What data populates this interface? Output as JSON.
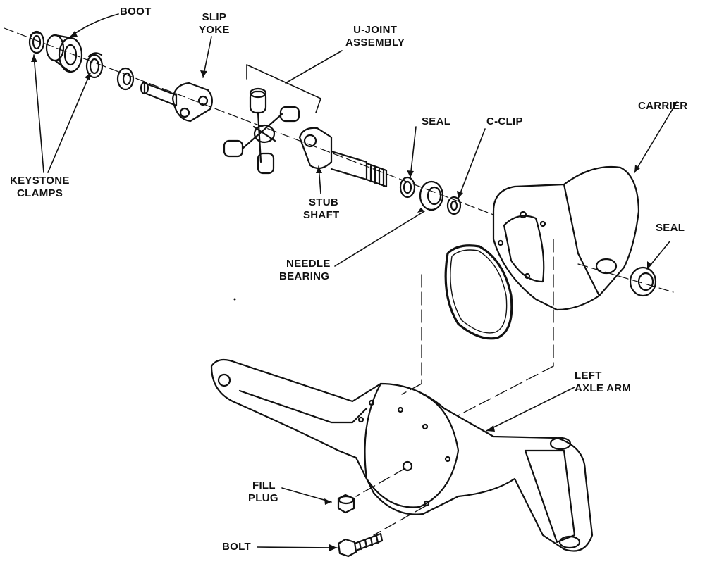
{
  "labels": {
    "boot": "BOOT",
    "slip_yoke": [
      "SLIP",
      "YOKE"
    ],
    "u_joint": [
      "U-JOINT",
      "ASSEMBLY"
    ],
    "keystone": [
      "KEYSTONE",
      "CLAMPS"
    ],
    "seal_top": "SEAL",
    "c_clip": "C-CLIP",
    "carrier": "CARRIER",
    "stub_shaft": [
      "STUB",
      "SHAFT"
    ],
    "needle_bearing": [
      "NEEDLE",
      "BEARING"
    ],
    "seal_right": "SEAL",
    "left_axle_arm": [
      "LEFT",
      "AXLE ARM"
    ],
    "fill_plug": [
      "FILL",
      "PLUG"
    ],
    "bolt": "BOLT"
  },
  "colors": {
    "ink": "#111111",
    "paper": "#ffffff"
  }
}
